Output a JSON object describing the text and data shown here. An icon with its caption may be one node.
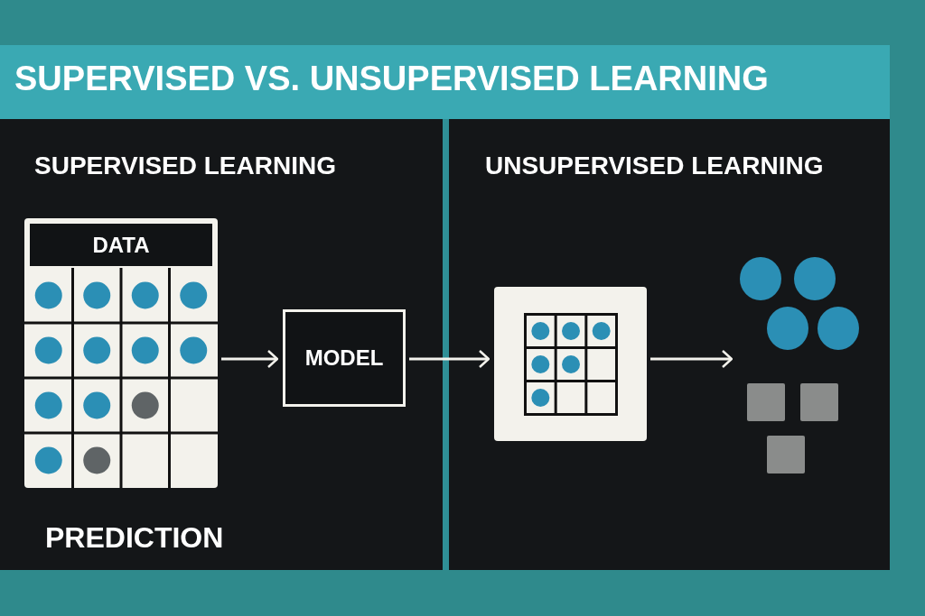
{
  "diagram": {
    "title": "SUPERVISED VS. UNSUPERVISED LEARNING",
    "nodes": [
      {
        "text": [
          "DATA"
        ]
      },
      {
        "text": [
          "MODEL"
        ]
      },
      {
        "text": [],
        "shape": "box"
      },
      {
        "text": [],
        "shape": "picture"
      }
    ],
    "edges": [
      {
        "from": 0,
        "to": 1,
        "arrow": "to"
      },
      {
        "from": 1,
        "to": 2,
        "arrow": "to"
      },
      {
        "from": 2,
        "to": 3,
        "arrow": "to"
      }
    ],
    "labels": [
      "SUPERVISED LEARNING",
      "UNSUPERVISED LEARNING",
      "PREDICTION"
    ]
  }
}
